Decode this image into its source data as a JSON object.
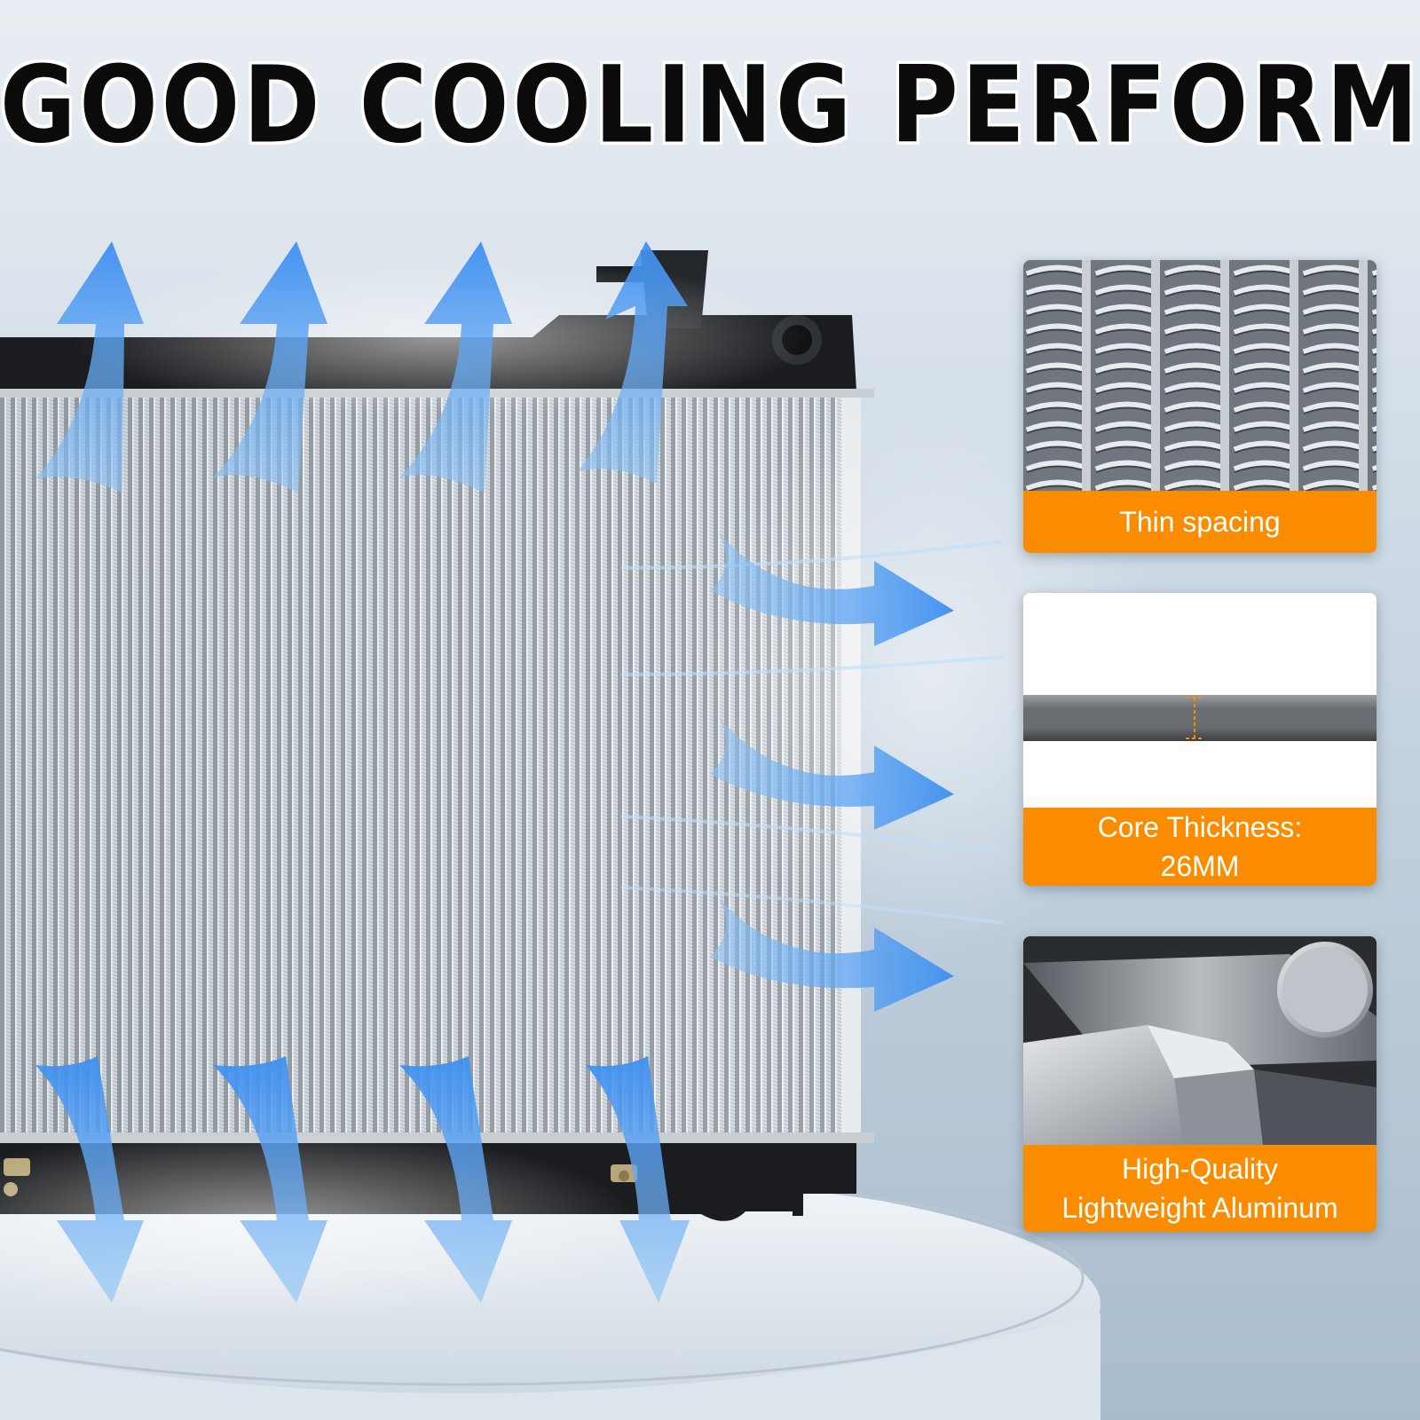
{
  "headline": "GOOD COOLING PERFORMANCE",
  "features": [
    {
      "label_lines": [
        "Thin spacing"
      ]
    },
    {
      "label_lines": [
        "Core Thickness:",
        "26MM"
      ]
    },
    {
      "label_lines": [
        "High-Quality",
        "Lightweight Aluminum"
      ]
    }
  ],
  "colors": {
    "accent_orange": "#fb8c00",
    "airflow_blue": "#4a9cf0",
    "headline_text": "#0b0b0b",
    "background_top": "#e9eef3",
    "background_bottom": "#a9bccd"
  },
  "icons": [
    "airflow-up-arrow",
    "airflow-right-arrow",
    "airflow-down-arrow"
  ]
}
